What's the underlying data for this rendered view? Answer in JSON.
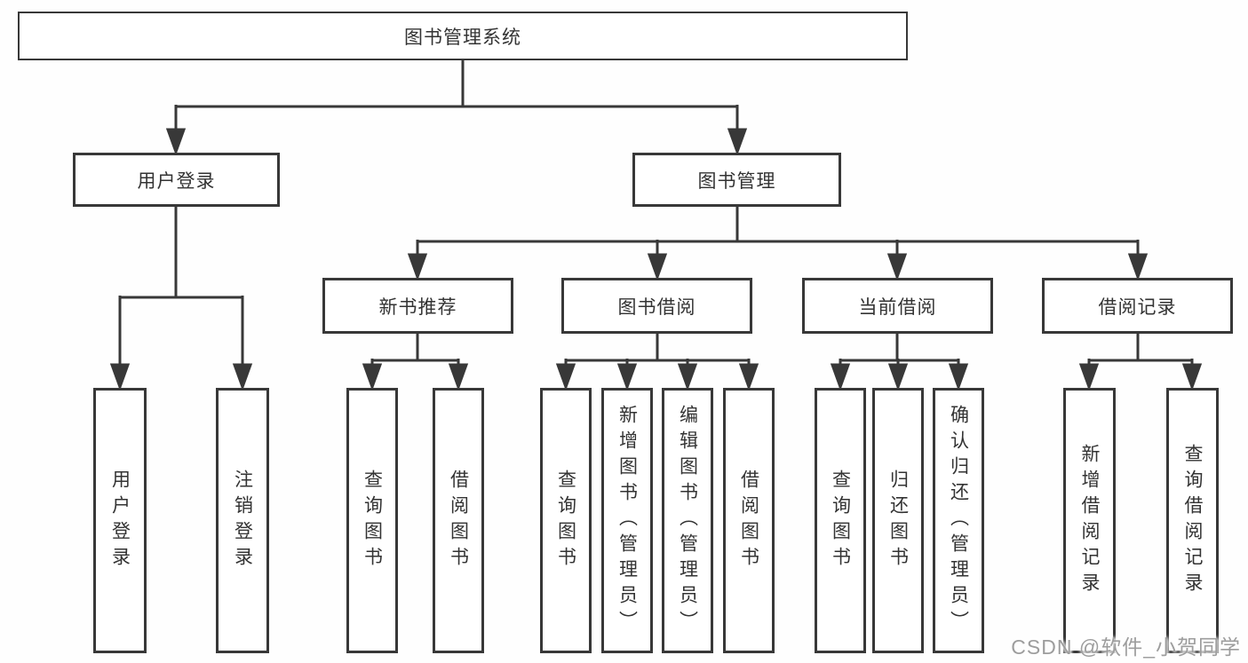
{
  "tree": {
    "root": {
      "label": "图书管理系统",
      "children": [
        {
          "label": "用户登录",
          "children": [
            {
              "label": "用户登录"
            },
            {
              "label": "注销登录"
            }
          ]
        },
        {
          "label": "图书管理",
          "children": [
            {
              "label": "新书推荐",
              "children": [
                {
                  "label": "查询图书"
                },
                {
                  "label": "借阅图书"
                }
              ]
            },
            {
              "label": "图书借阅",
              "children": [
                {
                  "label": "查询图书"
                },
                {
                  "label": "新增图书（管理员）"
                },
                {
                  "label": "编辑图书（管理员）"
                },
                {
                  "label": "借阅图书"
                }
              ]
            },
            {
              "label": "当前借阅",
              "children": [
                {
                  "label": "查询图书"
                },
                {
                  "label": "归还图书"
                },
                {
                  "label": "确认归还（管理员）"
                }
              ]
            },
            {
              "label": "借阅记录",
              "children": [
                {
                  "label": "新增借阅记录"
                },
                {
                  "label": "查询借阅记录"
                }
              ]
            }
          ]
        }
      ]
    }
  },
  "watermark": {
    "text": "CSDN @软件_小贺同学"
  },
  "colors": {
    "line": "#383838",
    "box_border": "#383838",
    "text": "#333333",
    "watermark": "#9d9d9d",
    "background": "#ffffff"
  }
}
